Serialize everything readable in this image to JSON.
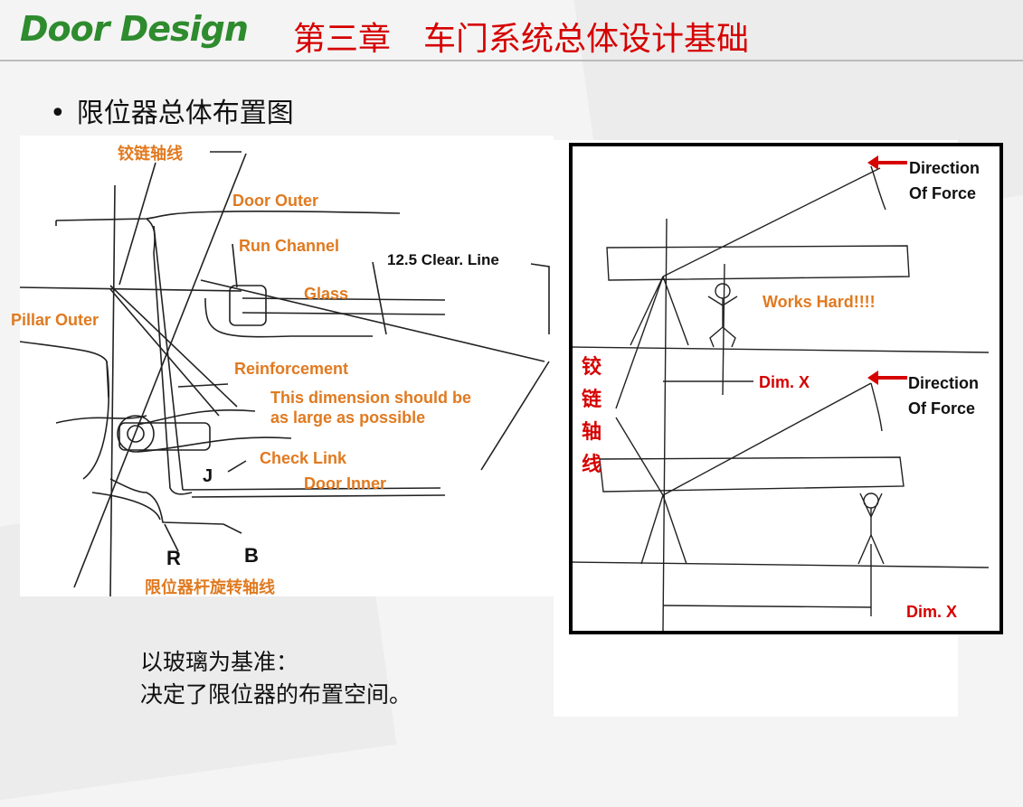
{
  "header": {
    "logo": "Door Design",
    "chapter_title": "第三章　车门系统总体设计基础"
  },
  "bullet": "限位器总体布置图",
  "left_diagram": {
    "hinge_axis": "铰链轴线",
    "door_outer": "Door Outer",
    "run_channel": "Run Channel",
    "clear_line": "12.5 Clear. Line",
    "glass": "Glass",
    "pillar_outer": "Pillar Outer",
    "reinforcement": "Reinforcement",
    "dimension_note_1": "This dimension should be",
    "dimension_note_2": "as large as possible",
    "check_link": "Check Link",
    "j": "J",
    "door_inner": "Door Inner",
    "r": "R",
    "b": "B",
    "checker_axis": "限位器杆旋转轴线"
  },
  "right_diagram": {
    "direction_1": "Direction",
    "of_force_1": "Of Force",
    "works_hard": "Works Hard!!!!",
    "hinge_axis": [
      "铰",
      "链",
      "轴",
      "线"
    ],
    "dim_x_1": "Dim. X",
    "direction_2": "Direction",
    "of_force_2": "Of Force",
    "dim_x_2": "Dim. X"
  },
  "caption": {
    "line1": "以玻璃为基准：",
    "line2": "决定了限位器的布置空间。"
  },
  "colors": {
    "accent_red": "#d60000",
    "label_orange": "#e07a20",
    "logo_green": "#2e8b2e"
  }
}
